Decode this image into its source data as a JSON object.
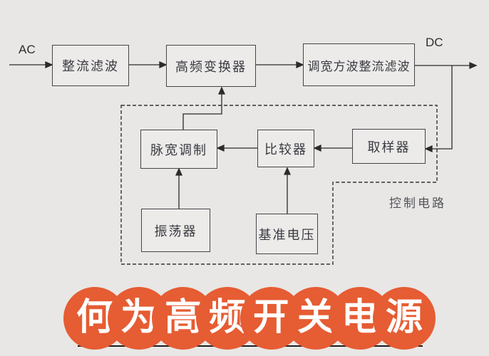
{
  "labels": {
    "ac": "AC",
    "dc": "DC",
    "control_circuit": "控制电路"
  },
  "blocks": {
    "rectifier_filter": {
      "label": "整流滤波"
    },
    "hf_converter": {
      "label": "高频变换器"
    },
    "pwm_square_rectifier_filter": {
      "label": "调宽方波整流滤波"
    },
    "pwm_modulator": {
      "label": "脉宽调制"
    },
    "comparator": {
      "label": "比较器"
    },
    "sampler": {
      "label": "取样器"
    },
    "oscillator": {
      "label": "振荡器"
    },
    "reference_voltage": {
      "label": "基准电压"
    }
  },
  "banner": {
    "title": "何为高频开关电源",
    "characters": [
      "何",
      "为",
      "高",
      "频",
      "开",
      "关",
      "电",
      "源"
    ],
    "badge_color": "#e65c33",
    "text_color": "#ffffff"
  },
  "colors": {
    "background": "#e8e7e5",
    "block_fill": "#ecebe9",
    "line": "#2b2b2b"
  }
}
